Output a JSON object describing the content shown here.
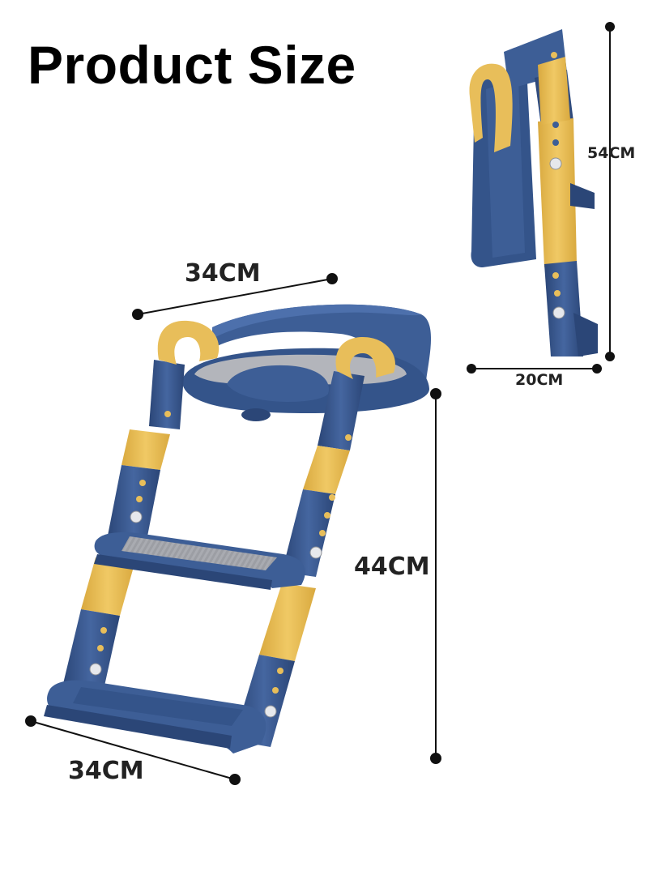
{
  "header": {
    "title": "Product Size"
  },
  "dimensions": {
    "seat_width": "34CM",
    "base_width": "34CM",
    "unfolded_height": "44CM",
    "folded_height": "54CM",
    "folded_depth": "20CM"
  },
  "colors": {
    "frame_blue": "#3d5e96",
    "frame_blue_dark": "#2b4677",
    "accent_yellow": "#e8be5a",
    "pad_gray": "#a9abb1",
    "line_black": "#111111"
  }
}
